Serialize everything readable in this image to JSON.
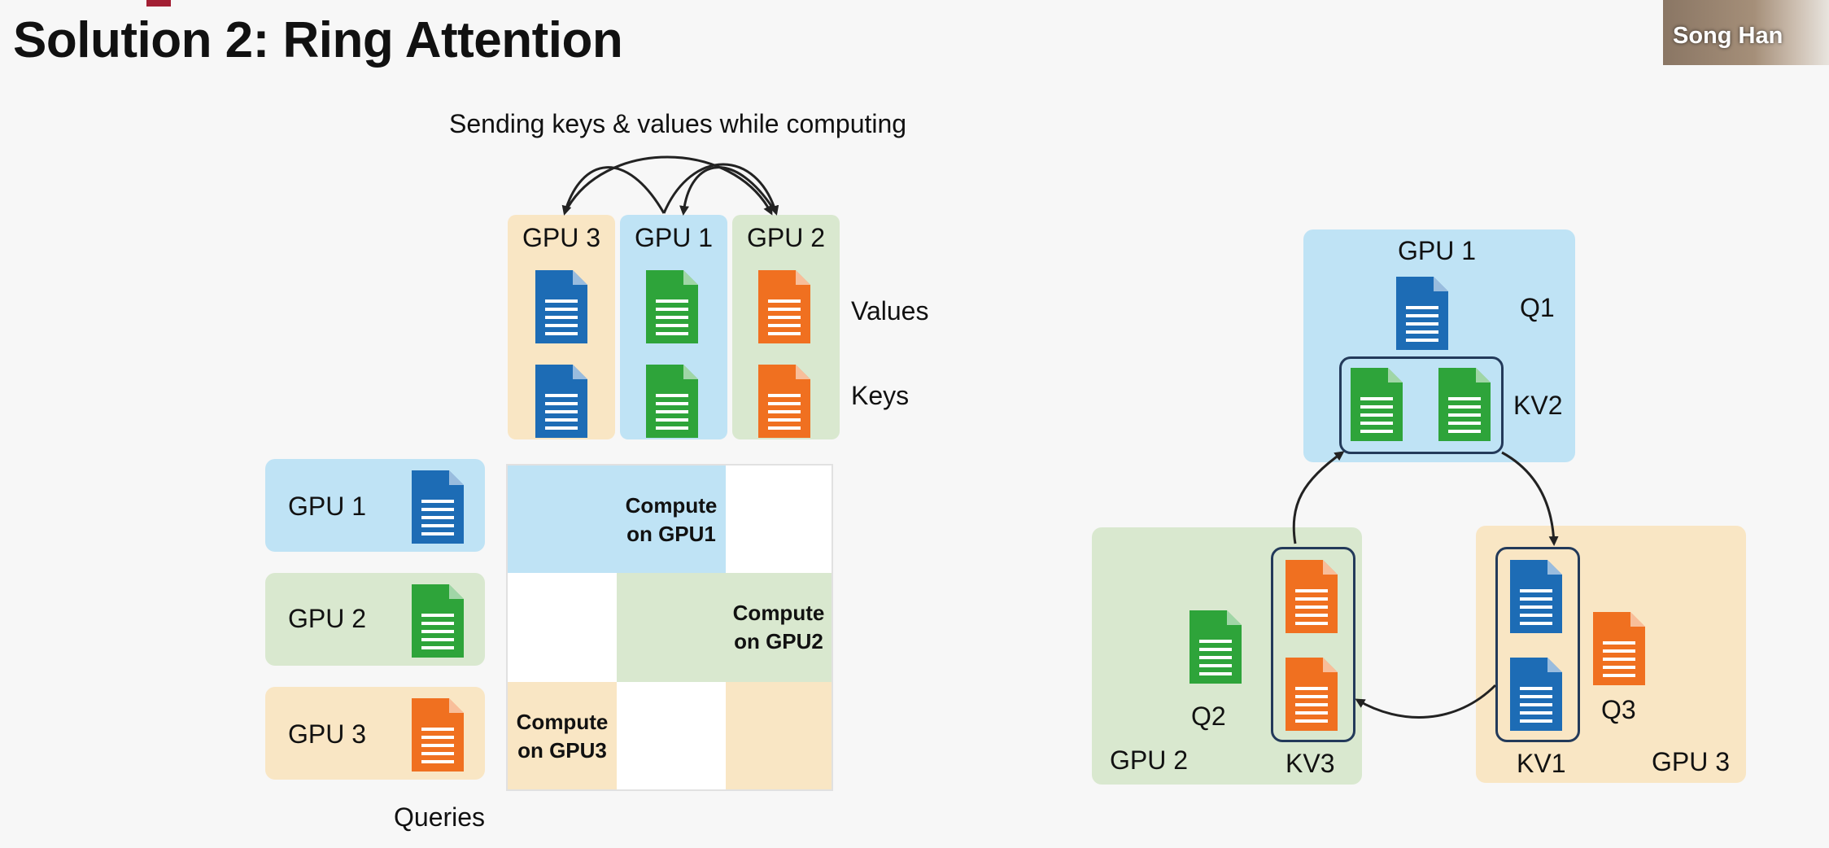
{
  "slide": {
    "title": "Solution 2: Ring Attention"
  },
  "webcam": {
    "name": "Song Han"
  },
  "left_diagram": {
    "caption": "Sending keys & values while computing",
    "columns": [
      {
        "label": "GPU 3",
        "color": "#f9e6c4",
        "doc_color": "#1d6cb5"
      },
      {
        "label": "GPU 1",
        "color": "#bfe3f5",
        "doc_color": "#2ea43a"
      },
      {
        "label": "GPU 2",
        "color": "#d9e8cf",
        "doc_color": "#f07020"
      }
    ],
    "row_labels": {
      "values": "Values",
      "keys": "Keys"
    },
    "queries": {
      "label": "Queries",
      "rows": [
        {
          "label": "GPU 1",
          "color": "#bfe3f5",
          "doc_color": "#1d6cb5"
        },
        {
          "label": "GPU 2",
          "color": "#d9e8cf",
          "doc_color": "#2ea43a"
        },
        {
          "label": "GPU 3",
          "color": "#f9e6c4",
          "doc_color": "#f07020"
        }
      ]
    },
    "grid": {
      "labels": [
        "Compute\non GPU1",
        "Compute\non GPU2",
        "Compute\non GPU3"
      ]
    }
  },
  "ring_diagram": {
    "gpu1": {
      "label": "GPU 1",
      "q": "Q1",
      "kv": "KV2",
      "color": "#bfe3f5"
    },
    "gpu2": {
      "label": "GPU 2",
      "q": "Q2",
      "kv": "KV3",
      "color": "#d9e8cf"
    },
    "gpu3": {
      "label": "GPU 3",
      "q": "Q3",
      "kv": "KV1",
      "color": "#f9e6c4"
    }
  },
  "colors": {
    "blue_doc": "#1d6cb5",
    "green_doc": "#2ea43a",
    "orange_doc": "#f07020",
    "frame": "#233a5a",
    "brand_accent": "#a31f34"
  },
  "icons": [
    "document-icon",
    "arrow-icon"
  ]
}
